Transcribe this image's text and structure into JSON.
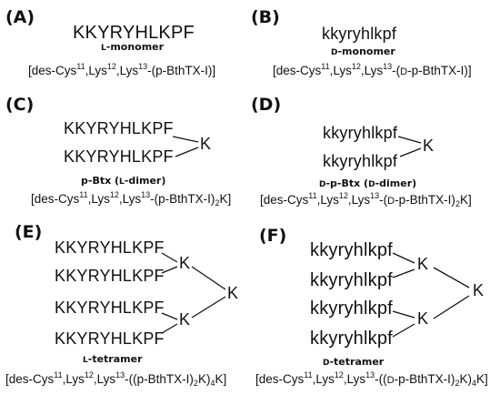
{
  "panels": {
    "A": {
      "label": "(A)",
      "sequence": "KKYRYHLKPF",
      "name_prefix": "L",
      "name_suffix": "-monomer",
      "formula": {
        "p1": "[des-Cys",
        "s1": "11",
        "p2": ",Lys",
        "s2": "12",
        "p3": ",Lys",
        "s3": "13",
        "p4": "-(p-BthTX-I)]"
      }
    },
    "B": {
      "label": "(B)",
      "sequence": "kkyryhlkpf",
      "name_prefix": "D",
      "name_suffix": "-monomer",
      "formula": {
        "p1": "[des-Cys",
        "s1": "11",
        "p2": ",Lys",
        "s2": "12",
        "p3": ",Lys",
        "s3": "13",
        "p4": "-(",
        "sc": "D",
        "p5": "-p-BthTX-I)]"
      }
    },
    "C": {
      "label": "(C)",
      "seq1": "KKYRYHLKPF",
      "seq2": "KKYRYHLKPF",
      "linker": "K",
      "name_pre": "p-Btx (",
      "name_sc": "L",
      "name_post": "-dimer)",
      "formula": {
        "p1": "[des-Cys",
        "s1": "11",
        "p2": ",Lys",
        "s2": "12",
        "p3": ",Lys",
        "s3": "13",
        "p4": "-(p-BthTX-I)",
        "b1": "2",
        "p5": "K]"
      }
    },
    "D": {
      "label": "(D)",
      "seq1": "kkyryhlkpf",
      "seq2": "kkyryhlkpf",
      "linker": "K",
      "name_sc1": "D",
      "name_mid": "-p-Btx (",
      "name_sc2": "D",
      "name_post": "-dimer)",
      "formula": {
        "p1": "[des-Cys",
        "s1": "11",
        "p2": ",Lys",
        "s2": "12",
        "p3": ",Lys",
        "s3": "13",
        "p4": "-(",
        "sc": "D",
        "p5": "-p-BthTX-I)",
        "b1": "2",
        "p6": "K]"
      }
    },
    "E": {
      "label": "(E)",
      "seqs": [
        "KKYRYHLKPF",
        "KKYRYHLKPF",
        "KKYRYHLKPF",
        "KKYRYHLKPF"
      ],
      "linker": "K",
      "name_prefix": "L",
      "name_suffix": "-tetramer",
      "formula": {
        "p1": "[des-Cys",
        "s1": "11",
        "p2": ",Lys",
        "s2": "12",
        "p3": ",Lys",
        "s3": "13",
        "p4": "-((p-BthTX-I)",
        "b1": "2",
        "p5": "K)",
        "b2": "4",
        "p6": "K]"
      }
    },
    "F": {
      "label": "(F)",
      "seqs": [
        "kkyryhlkpf",
        "kkyryhlkpf",
        "kkyryhlkpf",
        "kkyryhlkpf"
      ],
      "linker": "K",
      "name_prefix": "D",
      "name_suffix": "-tetramer",
      "formula": {
        "p1": "[des-Cys",
        "s1": "11",
        "p2": ",Lys",
        "s2": "12",
        "p3": ",Lys",
        "s3": "13",
        "p4": "-((",
        "sc": "D",
        "p5": "-p-BthTX-I)",
        "b1": "2",
        "p6": "K)",
        "b2": "4",
        "p7": "K]"
      }
    }
  }
}
